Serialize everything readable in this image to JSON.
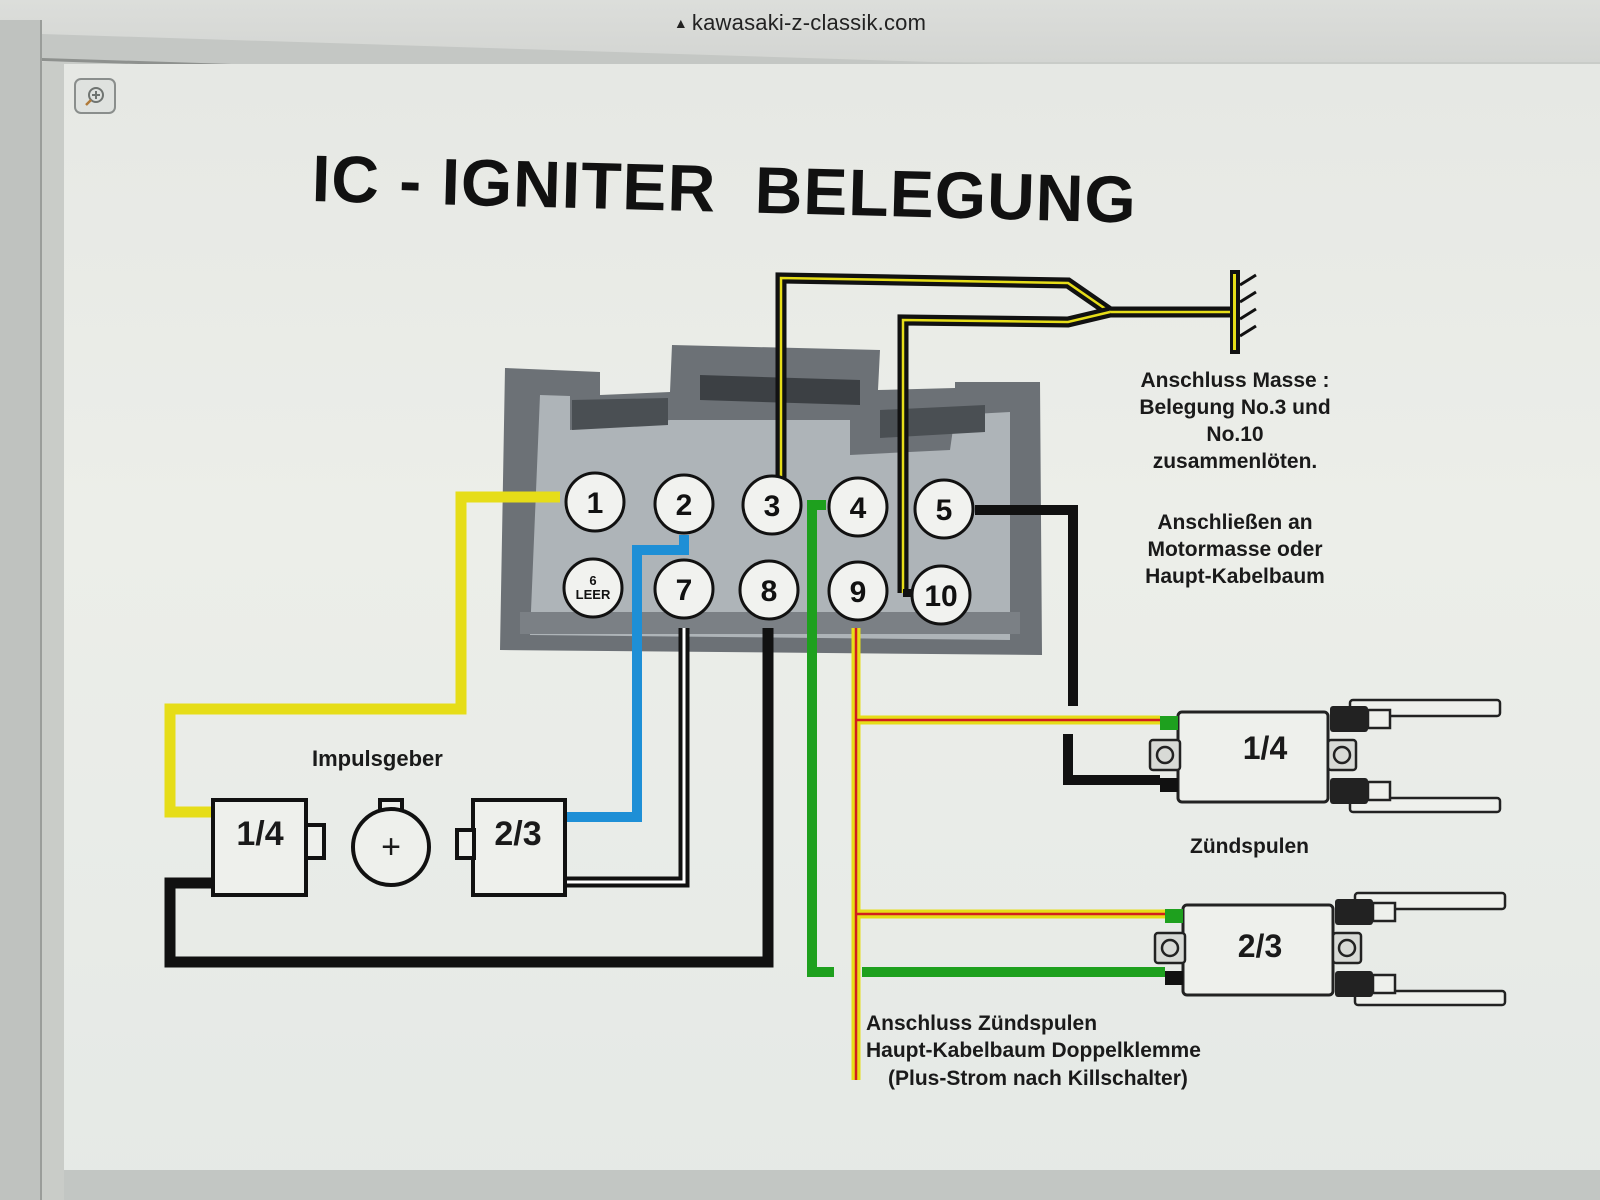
{
  "browser": {
    "url": "kawasaki-z-classik.com",
    "lock_icon": "lock-icon"
  },
  "viewer": {
    "zoom_icon": "zoom-in-icon"
  },
  "diagram": {
    "title": "IC - IGNITER  BELEGUNG",
    "pins": [
      {
        "number": "1",
        "wire_color": "#e8e01a"
      },
      {
        "number": "2",
        "wire_color": "#1e8fd6"
      },
      {
        "number": "3",
        "wire_color": "#000000",
        "stripe": "#e8e01a"
      },
      {
        "number": "4",
        "wire_color": "#1ea01e"
      },
      {
        "number": "5",
        "wire_color": "#000000"
      },
      {
        "number": "6",
        "sub": "LEER"
      },
      {
        "number": "7",
        "wire_color": "#000000",
        "stripe": "#ffffff"
      },
      {
        "number": "8",
        "wire_color": "#000000"
      },
      {
        "number": "9",
        "wire_color": "#e8e01a",
        "stripe": "#d21e1e"
      },
      {
        "number": "10",
        "wire_color": "#000000",
        "stripe": "#e8e01a"
      }
    ],
    "ground_note": [
      "Anschluss Masse :",
      "Belegung No.3 und",
      "No.10",
      "zusammenlöten."
    ],
    "ground_connect_note": [
      "Anschließen an",
      "Motormasse oder",
      "Haupt-Kabelbaum"
    ],
    "pickup_label": "Impulsgeber",
    "pickup_units": [
      "1/4",
      "2/3"
    ],
    "pickup_rotor_symbol": "+",
    "coils_label": "Zündspulen",
    "coil_units": [
      "1/4",
      "2/3"
    ],
    "power_note": [
      "Anschluss Zündspulen",
      "Haupt-Kabelbaum Doppelklemme",
      "(Plus-Strom nach Killschalter)"
    ]
  }
}
